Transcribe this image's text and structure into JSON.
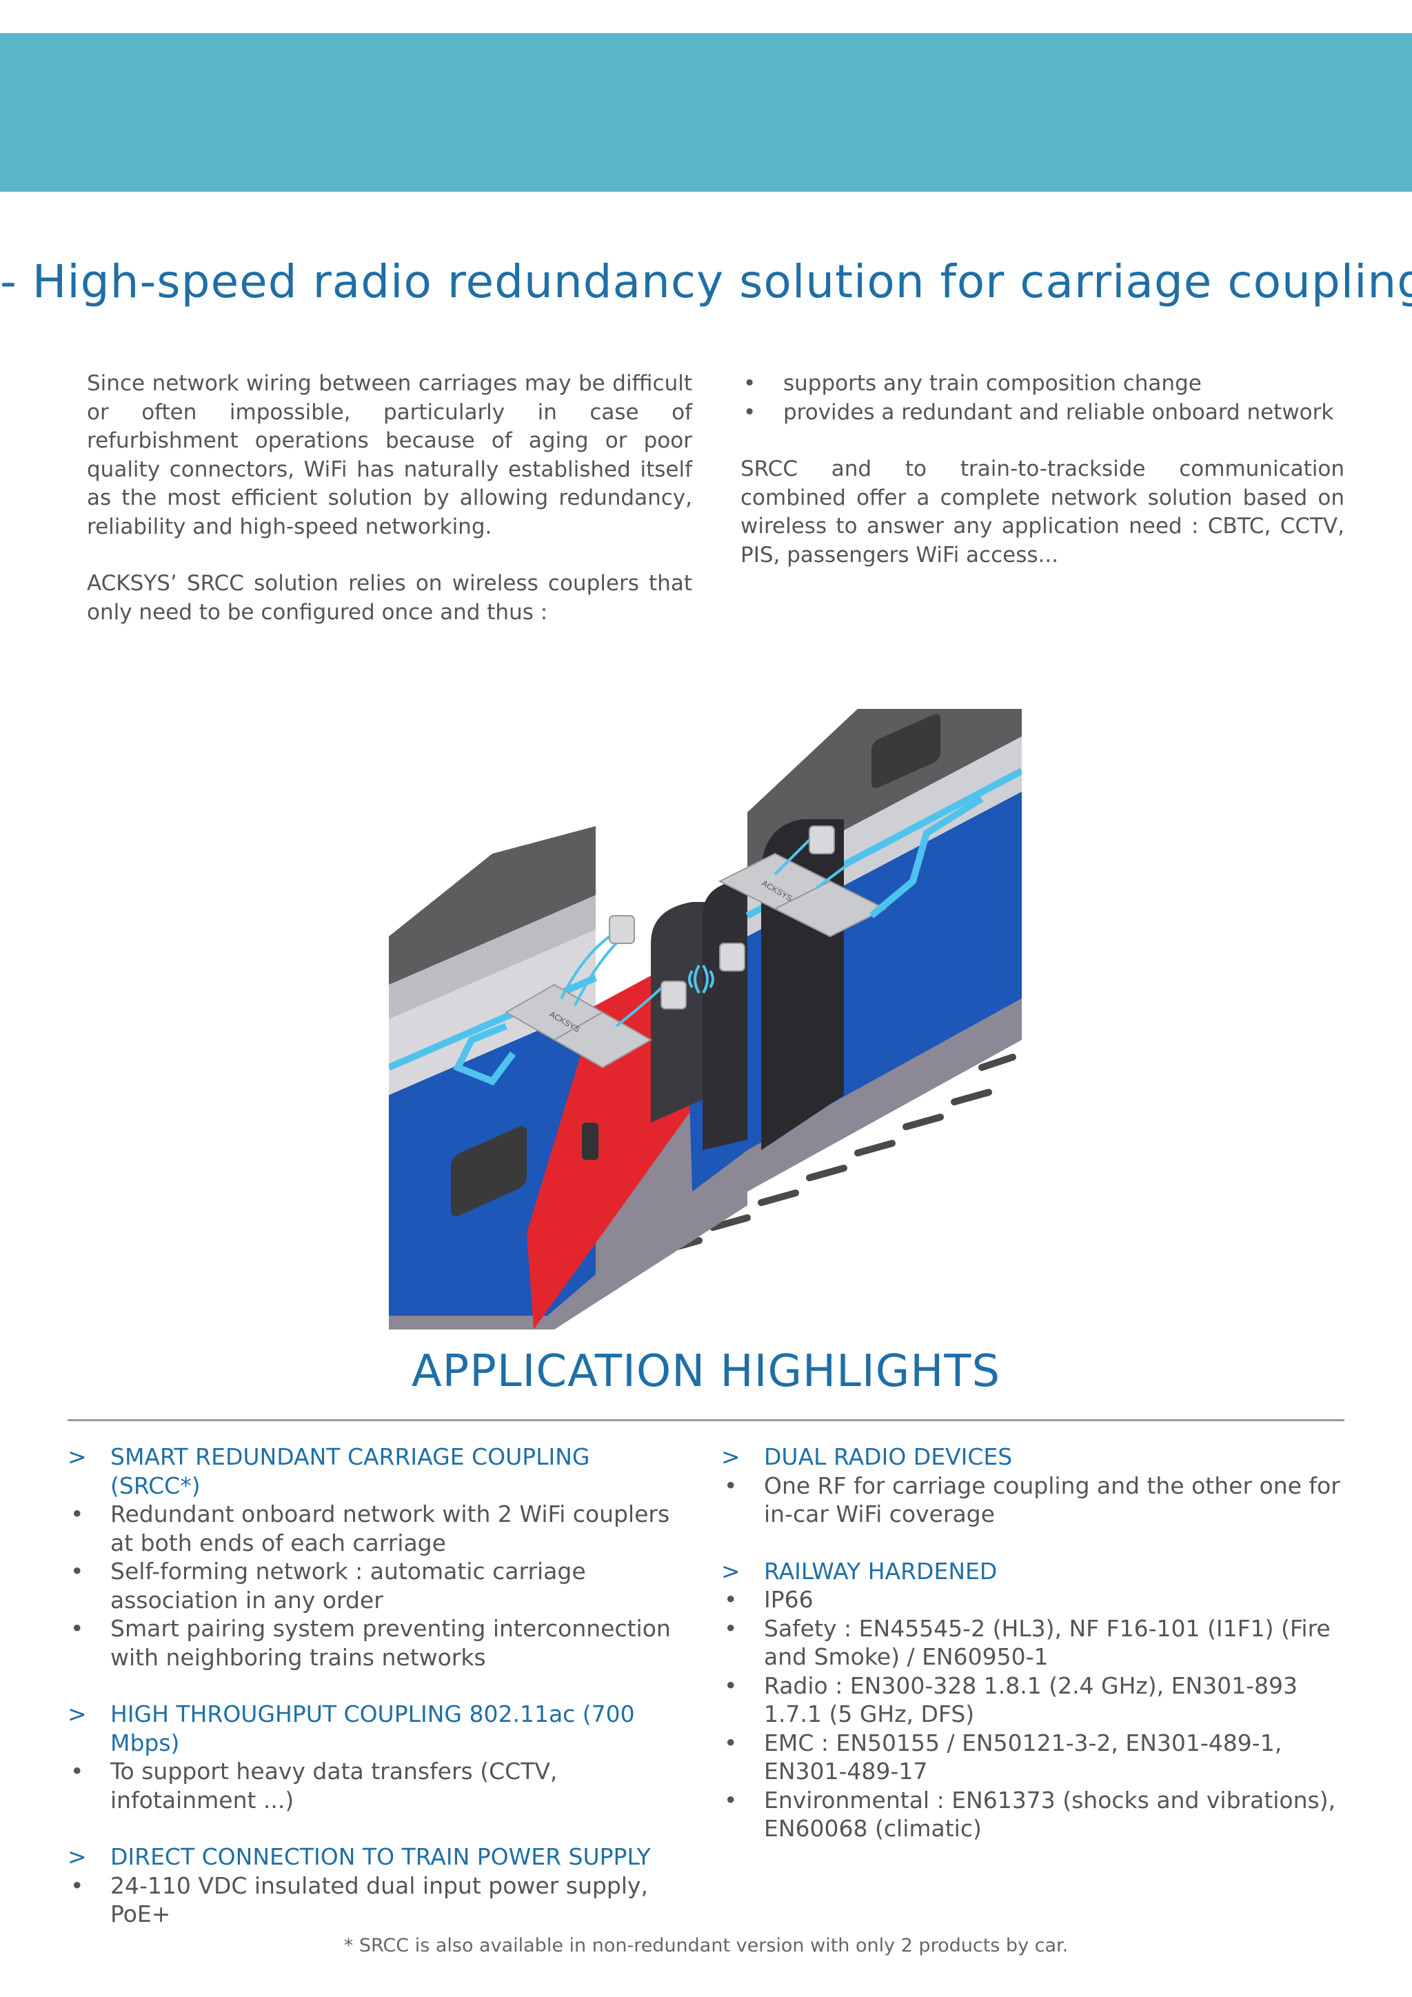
{
  "page": {
    "title": "- High-speed radio redundancy solution for carriage coupling -",
    "intro_left": [
      "Since network wiring between carriages may be difficult or often impossible, particularly in case of refurbishment operations because of aging or poor quality connectors, WiFi has naturally established itself as the most efficient solution by allowing redundancy, reliability and high-speed networking.",
      "ACKSYS’ SRCC solution relies on wireless couplers that only need to be configured once and thus :"
    ],
    "intro_bullets": [
      "supports any train composition change",
      "provides a redundant and reliable onboard network"
    ],
    "intro_right": "SRCC and to train-to-trackside communication combined offer a complete network solution based on wireless to answer any application need : CBTC, CCTV, PIS, passengers WiFi access...",
    "device_label": "ACKSYS",
    "highlights_title": "APPLICATION HIGHLIGHTS",
    "highlights_left": [
      {
        "heading": "SMART REDUNDANT CARRIAGE COUPLING (SRCC*)",
        "items": [
          "Redundant onboard network with 2 WiFi couplers at both ends of each carriage",
          "Self-forming network : automatic carriage association in any order",
          "Smart pairing system preventing interconnection with neighboring trains networks"
        ]
      },
      {
        "heading": "HIGH THROUGHPUT COUPLING 802.11ac (700 Mbps)",
        "items": [
          "To support heavy data transfers (CCTV, infotainment ...)"
        ]
      },
      {
        "heading": "DIRECT CONNECTION TO TRAIN POWER SUPPLY",
        "items": [
          "24-110 VDC insulated dual input power supply, PoE+"
        ]
      }
    ],
    "highlights_right": [
      {
        "heading": "DUAL RADIO DEVICES",
        "items": [
          "One RF for carriage coupling and the other one for in-car WiFi coverage"
        ]
      },
      {
        "heading": "RAILWAY HARDENED",
        "items": [
          "IP66",
          "Safety : EN45545-2 (HL3), NF F16-101 (I1F1) (Fire and Smoke) / EN60950-1",
          "Radio : EN300-328 1.8.1 (2.4 GHz), EN301-893 1.7.1 (5 GHz, DFS)",
          "EMC : EN50155 / EN50121-3-2, EN301-489-1, EN301-489-17",
          "Environmental : EN61373 (shocks and vibrations), EN60068 (climatic)"
        ]
      }
    ],
    "footnote": "* SRCC is also available in non-redundant version with only 2 products by car.",
    "colors": {
      "band": "#5bb6c8",
      "heading": "#1f6fa6",
      "train_blue": "#1d57b8",
      "train_red": "#e3262d",
      "cable": "#4ec3ec"
    }
  }
}
